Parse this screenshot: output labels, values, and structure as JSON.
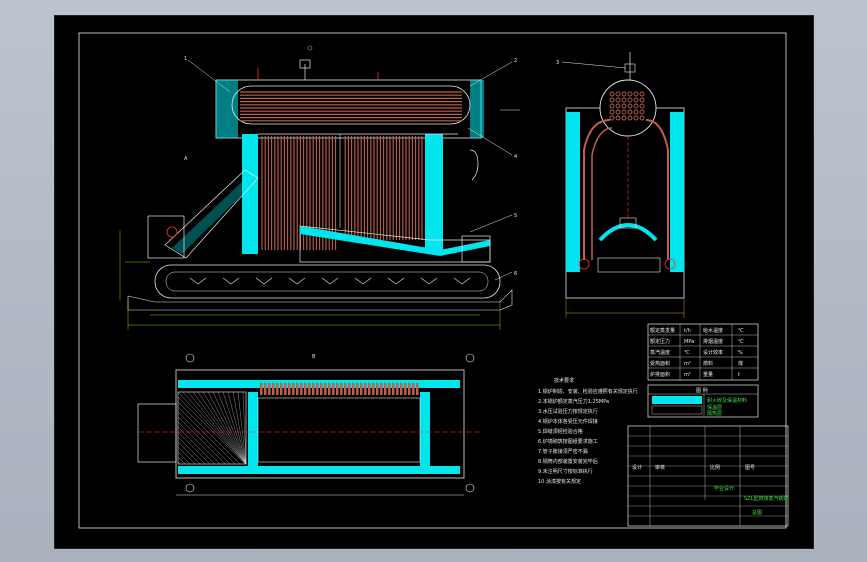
{
  "drawing": {
    "section_mark": "A",
    "plan_mark": "B"
  },
  "callouts": [
    "1",
    "2",
    "3",
    "4",
    "5",
    "6"
  ],
  "notes": {
    "heading": "技术要求",
    "lines": [
      "1.锅炉制造、安装、检验应遵照有关规定执行",
      "2.本锅炉额定蒸汽压力1.25MPa",
      "3.水压试验压力按规定执行",
      "4.锅炉本体各受压元件焊接",
      "5.焊缝须经检验合格",
      "6.炉墙砌筑按图纸要求施工",
      "7.管子胀接须严密不漏",
      "8.锅筒内部装置安装完毕后",
      "9.未注明尺寸按标准执行",
      "10.涂漆按有关规定"
    ]
  },
  "spec_table": {
    "rows": [
      [
        "额定蒸发量",
        "t/h",
        "给水温度",
        "℃"
      ],
      [
        "额定压力",
        "MPa",
        "排烟温度",
        "℃"
      ],
      [
        "蒸汽温度",
        "℃",
        "设计效率",
        "%"
      ],
      [
        "受热面积",
        "m²",
        "燃料",
        "煤"
      ],
      [
        "炉排面积",
        "m²",
        "重量",
        "t"
      ]
    ]
  },
  "legend": {
    "title": "图 例",
    "items": [
      "耐火砖及保温材料",
      "保温层",
      "隔热层"
    ]
  },
  "title_block": {
    "school": "毕业设计",
    "drawing_name": "SZL型燃煤蒸汽锅炉",
    "drawing_sub": "总图",
    "labels": [
      "设计",
      "审核",
      "比例",
      "图号"
    ]
  },
  "colors": {
    "sheet": "#000000",
    "outline": "#e8e8e8",
    "cyan": "#00e5ee",
    "tubes": "#c0604a",
    "dim": "#f0e000",
    "green": "#46e046",
    "red": "#ff3030"
  }
}
